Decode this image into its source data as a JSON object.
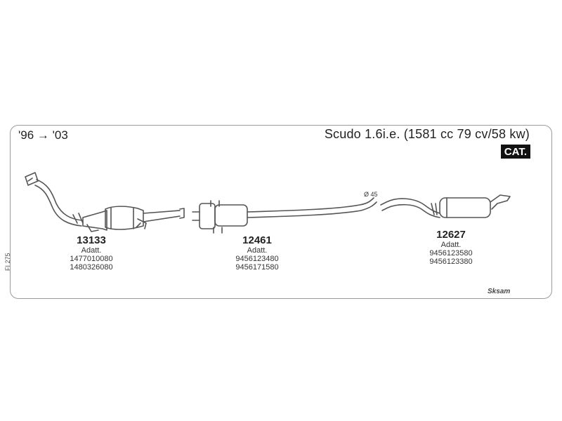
{
  "header": {
    "years_from": "'96",
    "arrow": "→",
    "years_to": "'03",
    "model": "Scudo 1.6i.e. (1581 cc 79 cv/58 kw)",
    "badge": "CAT."
  },
  "parts": [
    {
      "number": "13133",
      "adapt_label": "Adatt.",
      "refs": [
        "1477010080",
        "1480326080"
      ]
    },
    {
      "number": "12461",
      "adapt_label": "Adatt.",
      "refs": [
        "9456123480",
        "9456171580"
      ]
    },
    {
      "number": "12627",
      "adapt_label": "Adatt.",
      "refs": [
        "9456123580",
        "9456123380"
      ]
    }
  ],
  "diameter_label": "Ø 45",
  "figure_code": "FI 275",
  "brand_mark": "Sksam",
  "colors": {
    "line": "#555555",
    "border": "#9a9a9a",
    "badge_bg": "#111111"
  }
}
